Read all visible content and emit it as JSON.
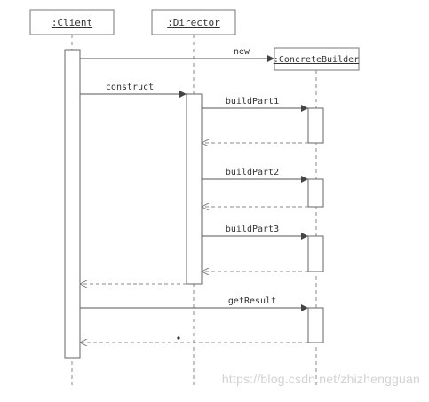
{
  "participants": {
    "client": ":Client",
    "director": ":Director",
    "concrete_builder": ":ConcreteBuilder"
  },
  "messages": {
    "new": "new",
    "construct": "construct",
    "build_part1": "buildPart1",
    "build_part2": "buildPart2",
    "build_part3": "buildPart3",
    "get_result": "getResult"
  },
  "watermark": "https://blog.csdn.net/zhizhengguan"
}
